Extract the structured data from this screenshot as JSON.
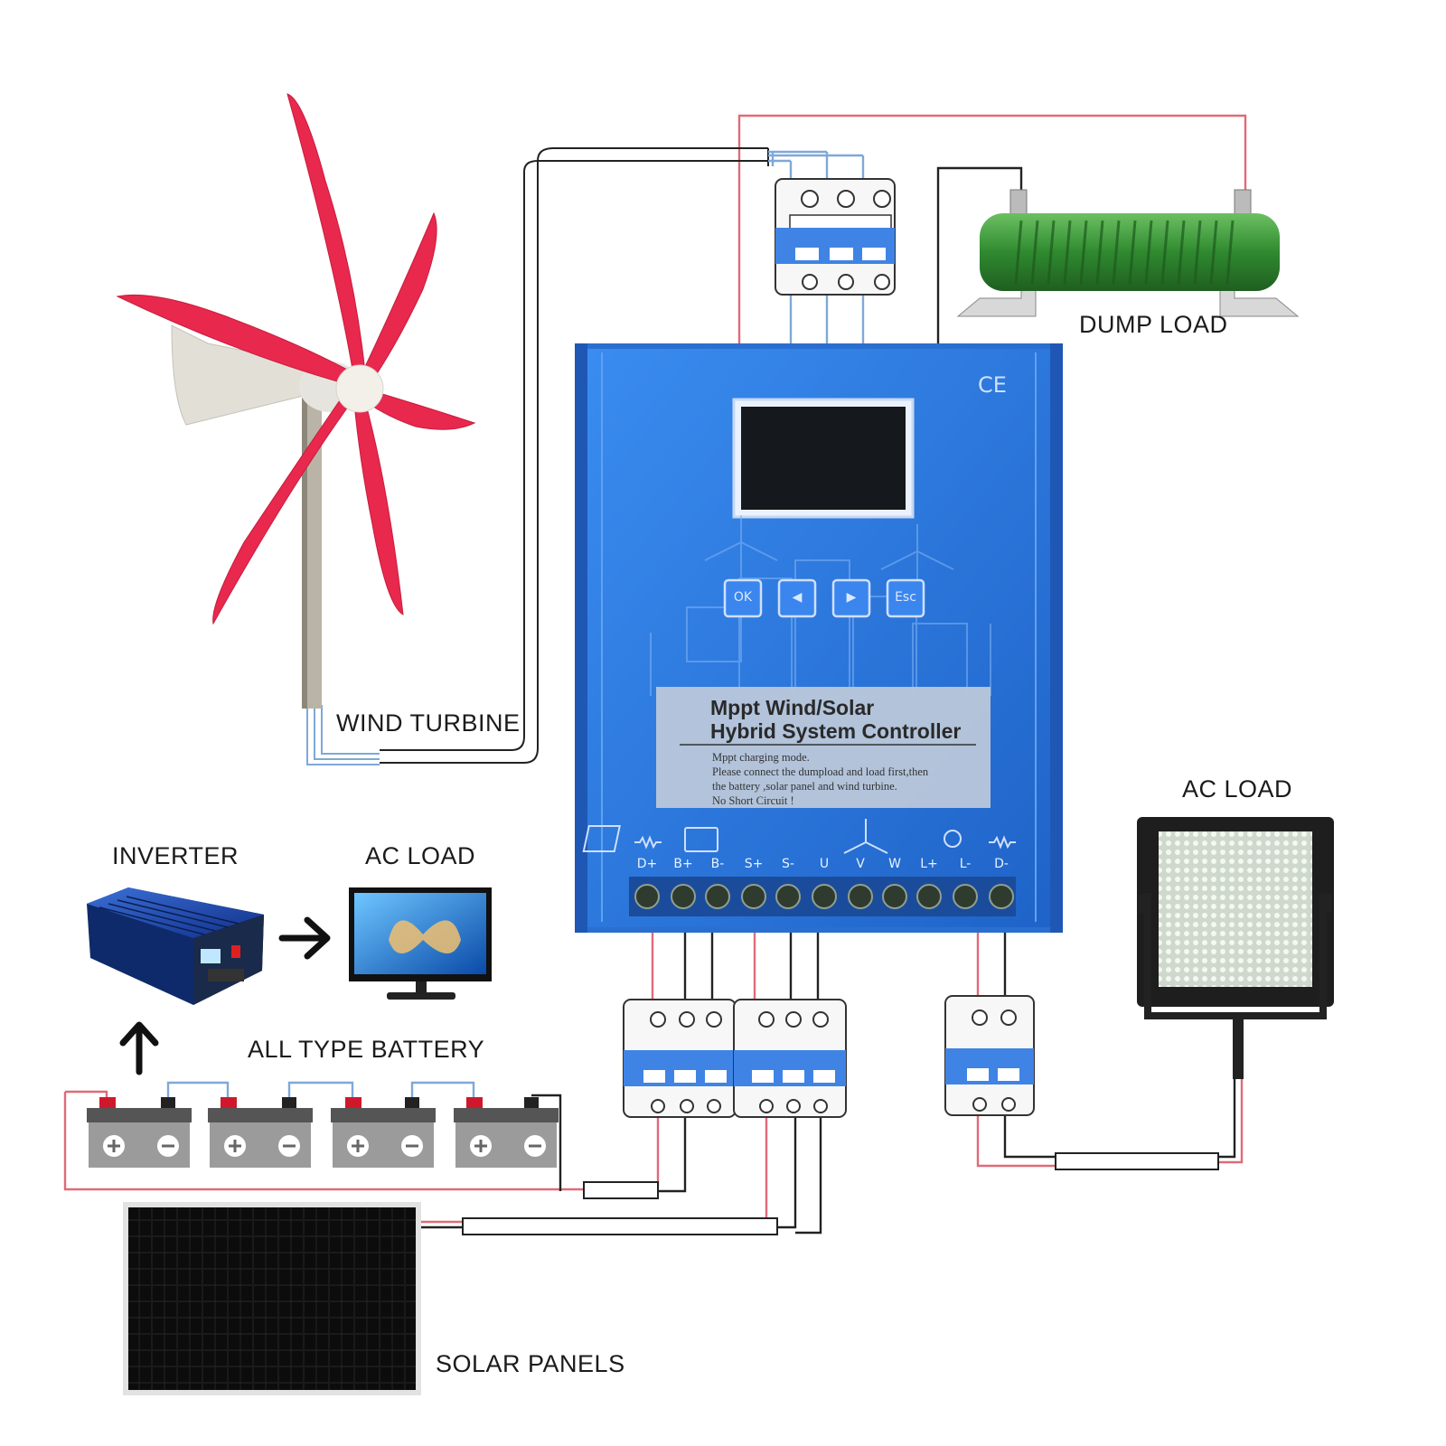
{
  "labels": {
    "wind_turbine": "WIND TURBINE",
    "dump_load": "DUMP LOAD",
    "inverter": "INVERTER",
    "ac_load_left": "AC LOAD",
    "ac_load_right": "AC LOAD",
    "battery": "ALL TYPE BATTERY",
    "solar_panels": "SOLAR PANELS"
  },
  "controller": {
    "title_line1": "Mppt Wind/Solar",
    "title_line2": "Hybrid System Controller",
    "note_line1": "Mppt charging mode.",
    "note_line2": "Please connect the dumpload and load first,then",
    "note_line3": "the battery ,solar panel and wind turbine.",
    "note_line4": "No Short Circuit !",
    "ce_mark": "CE",
    "buttons": [
      "OK",
      "◀",
      "▶",
      "Esc"
    ],
    "terminals": [
      "D+",
      "B+",
      "B-",
      "S+",
      "S-",
      "U",
      "V",
      "W",
      "L+",
      "L-",
      "D-"
    ]
  },
  "colors": {
    "controller_blue": "#2f7fe0",
    "turbine_red": "#e8284d",
    "dump_load_green": "#3f9a3a",
    "wire_red": "#e06a78",
    "wire_blue": "#7fa8d8",
    "wire_black": "#222222"
  }
}
